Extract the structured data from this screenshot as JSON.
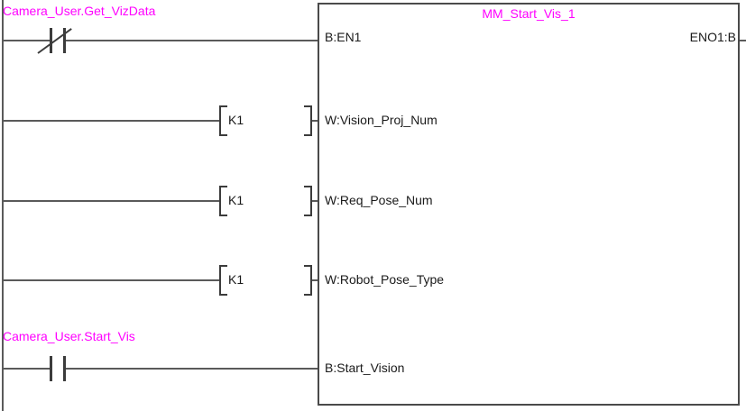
{
  "colors": {
    "variable_text": "#ff00ff",
    "wire": "#5a5a5a",
    "block_border": "#4a4a4a",
    "pin_text": "#1a1a1a"
  },
  "block": {
    "title": "MM_Start_Vis_1",
    "output_pin": "ENO1:B"
  },
  "rungs": [
    {
      "type": "contact-normally-closed",
      "label": "Camera_User.Get_VizData",
      "pin": "B:EN1"
    },
    {
      "type": "constant-operand",
      "operand": "K1",
      "pin": "W:Vision_Proj_Num"
    },
    {
      "type": "constant-operand",
      "operand": "K1",
      "pin": "W:Req_Pose_Num"
    },
    {
      "type": "constant-operand",
      "operand": "K1",
      "pin": "W:Robot_Pose_Type"
    },
    {
      "type": "contact-normally-open",
      "label": "Camera_User.Start_Vis",
      "pin": "B:Start_Vision"
    }
  ]
}
